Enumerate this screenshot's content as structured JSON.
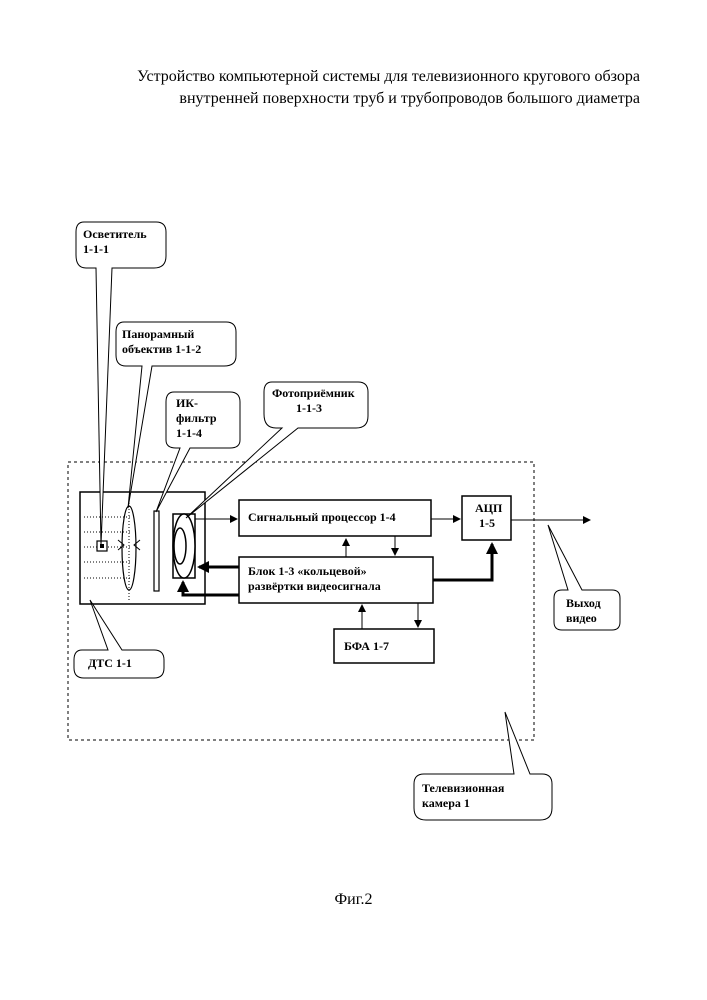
{
  "title": {
    "line1": "Устройство компьютерной системы для  телевизионного кругового обзора",
    "line2": "внутренней поверхности труб и трубопроводов большого диаметра"
  },
  "callouts": {
    "illuminator": {
      "line1": "Осветитель",
      "line2": "1-1-1"
    },
    "lens": {
      "line1": "Панорамный",
      "line2": "объектив  1-1-2"
    },
    "ir_filter": {
      "line1": "ИК-",
      "line2": "фильтр",
      "line3": "1-1-4"
    },
    "photodetector": {
      "line1": "Фотоприёмник",
      "line2": "1-1-3"
    },
    "video_out": {
      "line1": "Выход",
      "line2": "видео"
    },
    "tv_camera": {
      "line1": "Телевизионная",
      "line2": "камера 1"
    }
  },
  "blocks": {
    "signal_processor": "Сигнальный процессор 1-4",
    "adc": {
      "line1": "АЦП",
      "line2": "1-5"
    },
    "ring_scan": {
      "line1": "Блок  1-3 «кольцевой»",
      "line2": "развёртки видеосигнала"
    },
    "bfa": "БФА 1-7",
    "dts": "ДТС 1-1"
  },
  "figure_caption": "Фиг.2"
}
